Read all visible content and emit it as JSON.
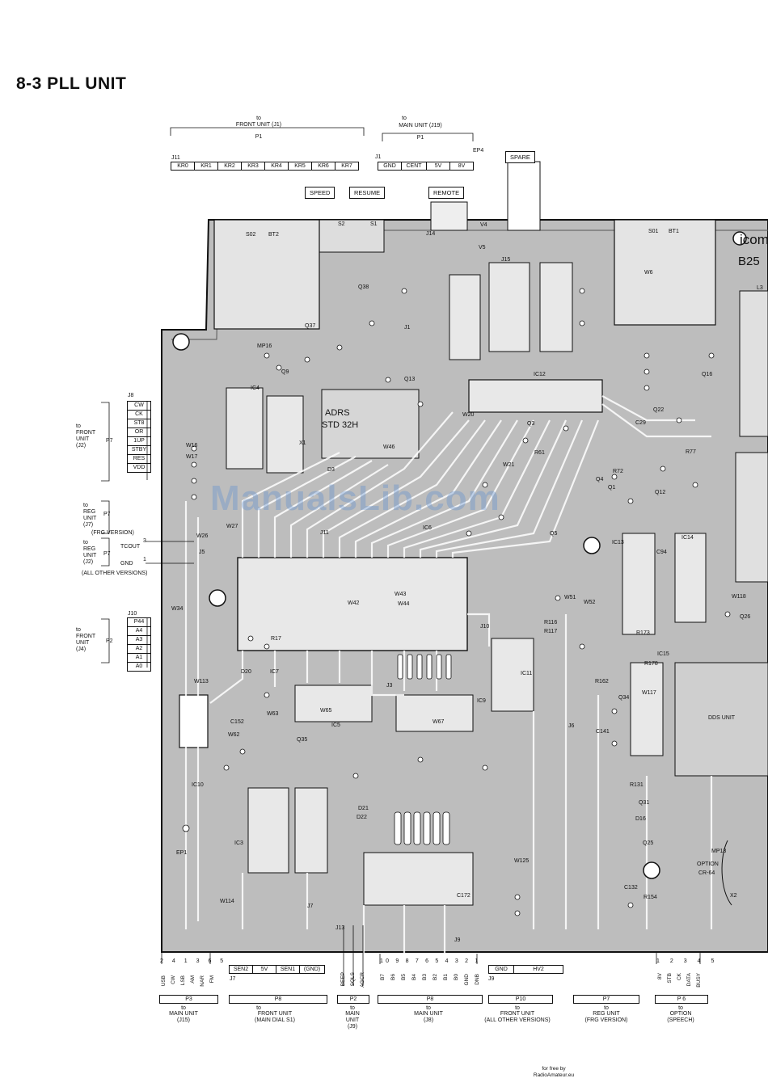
{
  "title": "8-3  PLL UNIT",
  "watermark": "ManualsLib.com",
  "footer": [
    "for free by",
    "RadioAmateur.eu"
  ],
  "top": {
    "p1_front": {
      "to": "to",
      "dest": "FRONT UNIT (J1)",
      "plug": "P1",
      "jack": "J11",
      "pins": [
        "KR0",
        "KR1",
        "KR2",
        "KR3",
        "KR4",
        "KR5",
        "KR6",
        "KR7"
      ]
    },
    "p1_main": {
      "to": "to",
      "dest": "MAIN UNIT (J19)",
      "plug": "P1",
      "jack": "J1",
      "ep": "EP4",
      "pins": [
        "GND",
        "CENT",
        "5V",
        "8V"
      ]
    },
    "spare": "SPARE",
    "buttons": [
      "SPEED",
      "RESUME",
      "REMOTE"
    ]
  },
  "left": {
    "j8": {
      "jack": "J8",
      "plug": "P7",
      "to": "to",
      "dest": [
        "FRONT",
        "UNIT",
        "(J2)"
      ],
      "pins": [
        "CW",
        "CK",
        "ST8",
        "OR",
        "1UP",
        "STBY",
        "RES",
        "VDD"
      ]
    },
    "reg_frg": {
      "to": "to",
      "dest": [
        "REG",
        "UNIT",
        "(J7)"
      ],
      "plug": "P7",
      "note": "(FRG VERSION)"
    },
    "reg_other": {
      "to": "to",
      "dest": [
        "REG",
        "UNIT",
        "(J2)"
      ],
      "plug": "P7",
      "pin3": "TCOUT",
      "pin1": "GND",
      "n3": "3",
      "n1": "1",
      "note": "(ALL OTHER VERSIONS)"
    },
    "j10": {
      "jack": "J10",
      "plug": "P2",
      "to": "to",
      "dest": [
        "FRONT",
        "UNIT",
        "(J4)"
      ],
      "pins": [
        "P44",
        "A4",
        "A3",
        "A2",
        "A1",
        "A0"
      ]
    }
  },
  "board_labels": {
    "brand": "icom",
    "model": "B25",
    "chip_label_1": "ADRS",
    "chip_label_2": "STD 32H",
    "dds": "DDS UNIT",
    "option": "OPTION",
    "option_part": "CR-64",
    "refs": [
      "S02",
      "BT2",
      "S2",
      "S1",
      "V4",
      "V5",
      "S01",
      "BT1",
      "W6",
      "L3",
      "IC6",
      "IC12",
      "IC13",
      "IC14",
      "IC15",
      "IC7",
      "IC5",
      "IC9",
      "IC10",
      "IC11",
      "IC3",
      "IC4",
      "X1",
      "X2",
      "J1",
      "J3",
      "J5",
      "J6",
      "J7",
      "J9",
      "J10",
      "J11",
      "J13",
      "J14",
      "J15",
      "MP13",
      "MP16",
      "EP1",
      "Q1",
      "Q3",
      "Q4",
      "Q5",
      "Q9",
      "Q12",
      "Q13",
      "Q16",
      "Q22",
      "Q25",
      "Q26",
      "Q31",
      "Q34",
      "Q35",
      "Q37",
      "Q38",
      "C29",
      "C94",
      "C132",
      "C141",
      "C152",
      "C172",
      "D3",
      "D16",
      "D20",
      "D21",
      "D22",
      "R17",
      "R61",
      "R72",
      "R77",
      "R116",
      "R117",
      "R131",
      "R154",
      "R162",
      "R173",
      "R178",
      "W16",
      "W17",
      "W20",
      "W21",
      "W26",
      "W27",
      "W34",
      "W42",
      "W43",
      "W44",
      "W46",
      "W51",
      "W52",
      "W62",
      "W63",
      "W65",
      "W67",
      "W113",
      "W114",
      "W117",
      "W118",
      "W125"
    ]
  },
  "bottom": {
    "p3": {
      "nums": [
        "2",
        "4",
        "1",
        "3",
        "6",
        "5"
      ],
      "pins": [
        "USB",
        "CW",
        "LSB",
        "AM",
        "NAR",
        "FM"
      ],
      "plug": "P3",
      "to": "to",
      "dest": [
        "MAIN UNIT",
        "(J15)"
      ]
    },
    "j7": {
      "jack": "J7",
      "pins": [
        "SEN2",
        "5V",
        "SEN1",
        "(GND)"
      ],
      "plug": "P8",
      "to": "to",
      "dest": [
        "FRONT UNIT",
        "(MAIN DIAL S1)"
      ]
    },
    "p2": {
      "pins": [
        "BEEP",
        "SQLS",
        "AGCR"
      ],
      "plug": "P2",
      "to": "to",
      "dest": [
        "MAIN",
        "UNIT",
        "(J9)"
      ]
    },
    "j9": {
      "jack": "J9",
      "pins": [
        "GND",
        "HV2"
      ]
    },
    "p8": {
      "nums": [
        "10",
        "9",
        "8",
        "7",
        "6",
        "5",
        "4",
        "3",
        "2",
        "1"
      ],
      "pins": [
        "B7",
        "B6",
        "B5",
        "B4",
        "B3",
        "B2",
        "B1",
        "B0",
        "GND",
        "DNB"
      ],
      "plug": "P8",
      "to": "to",
      "dest": [
        "MAIN UNIT",
        "(J8)"
      ]
    },
    "p10": {
      "plug": "P10",
      "to": "to",
      "dest": [
        "FRONT UNIT",
        "(ALL OTHER VERSIONS)"
      ]
    },
    "p7": {
      "plug": "P7",
      "to": "to",
      "dest": [
        "REG UNIT",
        "(FRG VERSION)"
      ]
    },
    "p6": {
      "nums": [
        "1",
        "2",
        "3",
        "4",
        "5"
      ],
      "pins": [
        "8V",
        "STB",
        "CK",
        "DATA",
        "BUSY"
      ],
      "plug": "P 6",
      "to": "to",
      "dest": [
        "OPTION",
        "(SPEECH)"
      ]
    }
  }
}
